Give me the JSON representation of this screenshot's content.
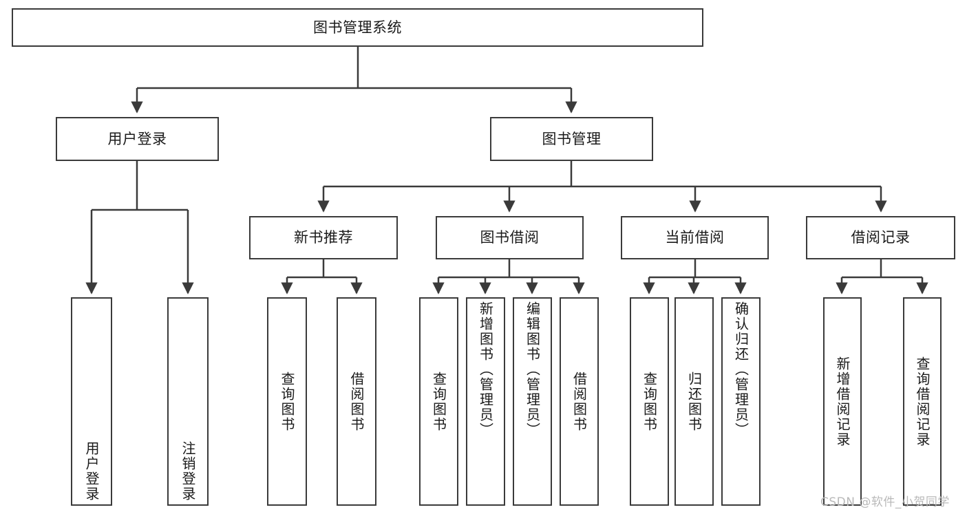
{
  "diagram": {
    "type": "tree-hierarchy",
    "title": "图书管理系统",
    "orientation": "top-down",
    "colors": {
      "background": "#ffffff",
      "node_fill": "#ffffff",
      "node_border": "#3a3a3a",
      "connector": "#3a3a3a",
      "text": "#1a1a1a",
      "watermark": "#b9b9b9"
    },
    "root": {
      "label": "图书管理系统"
    },
    "level2": [
      {
        "label": "用户登录"
      },
      {
        "label": "图书管理"
      }
    ],
    "level3": [
      {
        "label": "新书推荐"
      },
      {
        "label": "图书借阅"
      },
      {
        "label": "当前借阅"
      },
      {
        "label": "借阅记录"
      }
    ],
    "leaves": {
      "user_login": [
        {
          "label": "用户登录"
        },
        {
          "label": "注销登录"
        }
      ],
      "new_book_recommend": [
        {
          "label": "查询图书"
        },
        {
          "label": "借阅图书"
        }
      ],
      "book_borrow": [
        {
          "label": "查询图书"
        },
        {
          "label": "新增图书（管理员）"
        },
        {
          "label": "编辑图书（管理员）"
        },
        {
          "label": "借阅图书"
        }
      ],
      "current_borrow": [
        {
          "label": "查询图书"
        },
        {
          "label": "归还图书"
        },
        {
          "label": "确认归还（管理员）"
        }
      ],
      "borrow_record": [
        {
          "label": "新增借阅记录"
        },
        {
          "label": "查询借阅记录"
        }
      ]
    }
  },
  "watermark": {
    "text": "CSDN @软件_小贺同学"
  }
}
